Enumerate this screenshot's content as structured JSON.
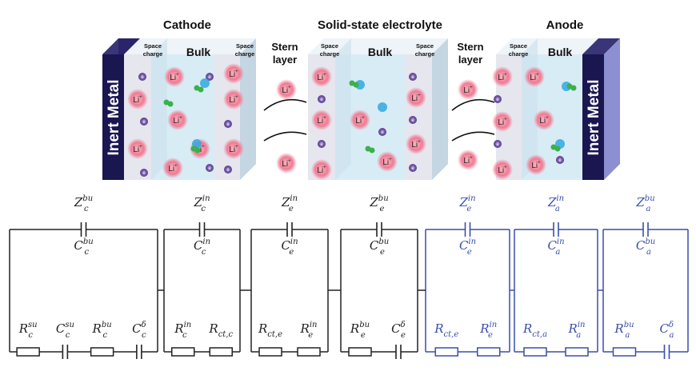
{
  "headers": {
    "cathode": "Cathode",
    "electrolyte": "Solid-state electrolyte",
    "anode": "Anode"
  },
  "regions": {
    "inert_metal": "Inert Metal",
    "bulk": "Bulk",
    "space_charge_line1": "Space",
    "space_charge_line2": "charge",
    "stern_line1": "Stern",
    "stern_line2": "layer"
  },
  "particles": {
    "lithium": "Li",
    "lithium_charge": "+",
    "electron": "e"
  },
  "circuit_blocks": [
    {
      "id": "c-bulk",
      "color": "#222222",
      "top_label": {
        "base": "Z",
        "sub": "c",
        "sup": "bu"
      },
      "cap_label": {
        "base": "C",
        "sub": "c",
        "sup": "bu"
      },
      "bottom": [
        {
          "base": "R",
          "sub": "c",
          "sup": "su"
        },
        {
          "base": "C",
          "sub": "c",
          "sup": "su"
        },
        {
          "base": "R",
          "sub": "c",
          "sup": "bu"
        },
        {
          "base": "C",
          "sub": "c",
          "sup": "δ"
        }
      ]
    },
    {
      "id": "c-int",
      "color": "#222222",
      "top_label": {
        "base": "Z",
        "sub": "c",
        "sup": "in"
      },
      "cap_label": {
        "base": "C",
        "sub": "c",
        "sup": "in"
      },
      "bottom": [
        {
          "base": "R",
          "sub": "c",
          "sup": "in"
        },
        {
          "base": "R",
          "sub": "ct,c",
          "sup": ""
        }
      ]
    },
    {
      "id": "e-int-c",
      "color": "#222222",
      "top_label": {
        "base": "Z",
        "sub": "e",
        "sup": "in"
      },
      "cap_label": {
        "base": "C",
        "sub": "e",
        "sup": "in"
      },
      "bottom": [
        {
          "base": "R",
          "sub": "ct,e",
          "sup": ""
        },
        {
          "base": "R",
          "sub": "e",
          "sup": "in"
        }
      ]
    },
    {
      "id": "e-bulk",
      "color": "#222222",
      "top_label": {
        "base": "Z",
        "sub": "e",
        "sup": "bu"
      },
      "cap_label": {
        "base": "C",
        "sub": "e",
        "sup": "bu"
      },
      "bottom": [
        {
          "base": "R",
          "sub": "e",
          "sup": "bu"
        },
        {
          "base": "C",
          "sub": "e",
          "sup": "δ"
        }
      ]
    },
    {
      "id": "e-int-a",
      "color": "#3a4fa8",
      "top_label": {
        "base": "Z",
        "sub": "e",
        "sup": "in"
      },
      "cap_label": {
        "base": "C",
        "sub": "e",
        "sup": "in"
      },
      "bottom": [
        {
          "base": "R",
          "sub": "ct,e",
          "sup": ""
        },
        {
          "base": "R",
          "sub": "e",
          "sup": "in"
        }
      ]
    },
    {
      "id": "a-int",
      "color": "#3a4fa8",
      "top_label": {
        "base": "Z",
        "sub": "a",
        "sup": "in"
      },
      "cap_label": {
        "base": "C",
        "sub": "a",
        "sup": "in"
      },
      "bottom": [
        {
          "base": "R",
          "sub": "ct,a",
          "sup": ""
        },
        {
          "base": "R",
          "sub": "a",
          "sup": "in"
        }
      ]
    },
    {
      "id": "a-bulk",
      "color": "#3a4fa8",
      "top_label": {
        "base": "Z",
        "sub": "a",
        "sup": "bu"
      },
      "cap_label": {
        "base": "C",
        "sub": "a",
        "sup": "bu"
      },
      "bottom": [
        {
          "base": "R",
          "sub": "a",
          "sup": "bu"
        },
        {
          "base": "C",
          "sub": "a",
          "sup": "δ"
        }
      ]
    }
  ],
  "colors": {
    "metal": "#1a1650",
    "metal_side": "#8c8fd0",
    "bulk": "#d8ecf6",
    "space_charge": "#e6e6ee",
    "black_circuit": "#222222",
    "blue_circuit": "#3a4fa8",
    "lithium": "#f06c86",
    "electron": "#6a4fa0",
    "ion_blue": "#33a8e0",
    "ion_green": "#3cb04a"
  }
}
